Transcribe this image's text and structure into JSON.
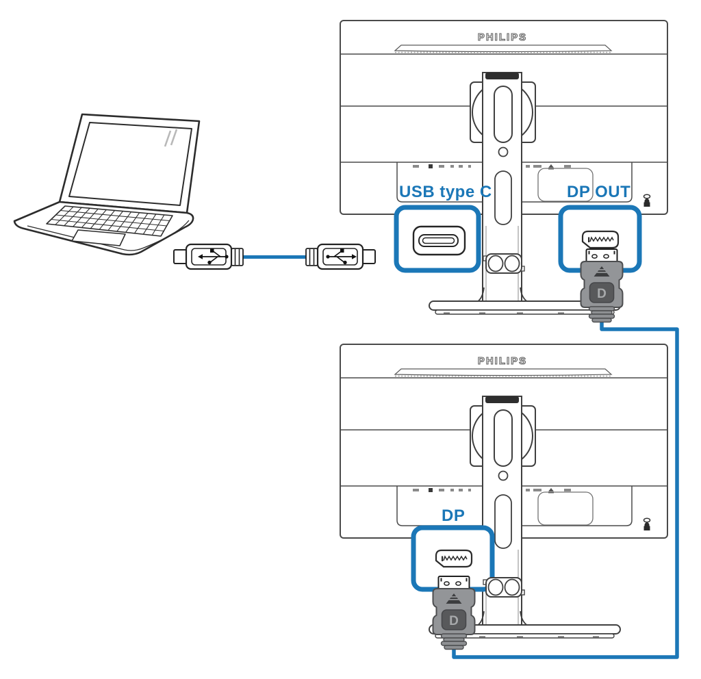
{
  "colors": {
    "accent_blue": "#1b77b7",
    "line_dark": "#3f3f3f",
    "connector_gray": "#939598",
    "connector_dark": "#58595b"
  },
  "monitors": [
    {
      "brand": "PHILIPS",
      "labels": {
        "usb_c": "USB type C",
        "dp_out": "DP OUT"
      }
    },
    {
      "brand": "PHILIPS",
      "labels": {
        "dp": "DP"
      }
    }
  ],
  "dp_connector_logo": "D"
}
